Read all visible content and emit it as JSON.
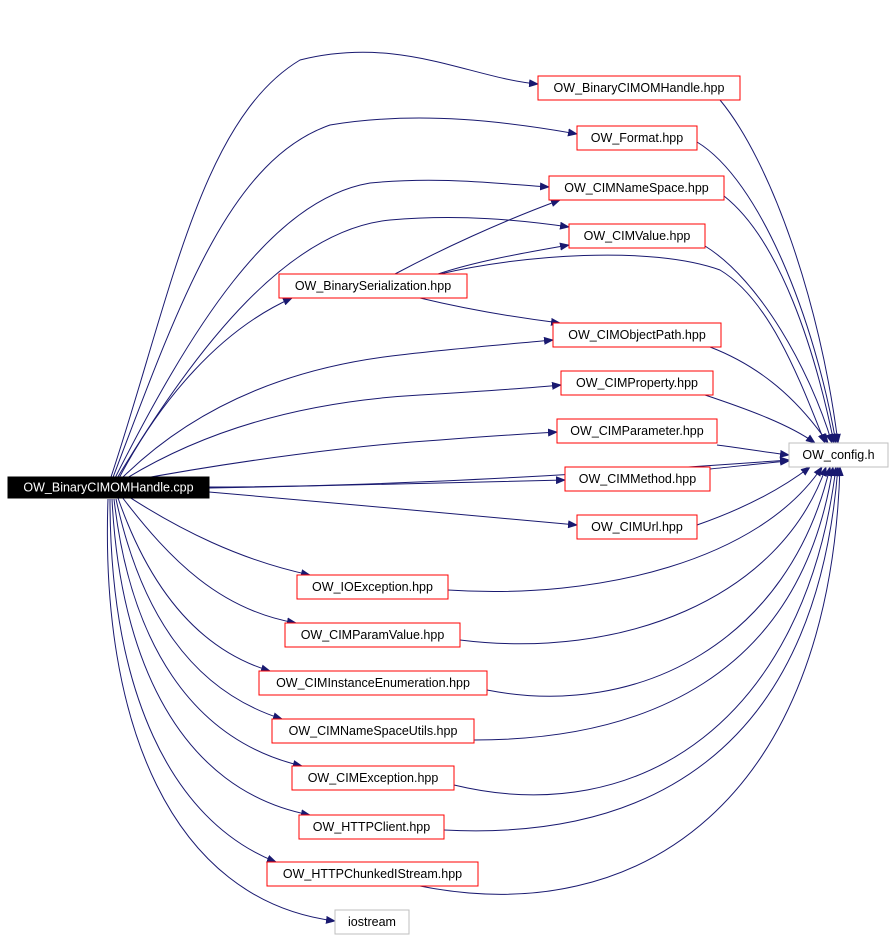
{
  "colors": {
    "edge": "#191970",
    "documented_node_border": "#ff0000",
    "external_node_border": "#bfbfbf",
    "root_node_fill": "#000000",
    "root_node_text": "#ffffff"
  },
  "nodes": [
    {
      "id": "root",
      "label": "OW_BinaryCIMOMHandle.cpp",
      "kind": "root"
    },
    {
      "id": "bch",
      "label": "OW_BinaryCIMOMHandle.hpp",
      "kind": "documented"
    },
    {
      "id": "fmt",
      "label": "OW_Format.hpp",
      "kind": "documented"
    },
    {
      "id": "ns",
      "label": "OW_CIMNameSpace.hpp",
      "kind": "documented"
    },
    {
      "id": "val",
      "label": "OW_CIMValue.hpp",
      "kind": "documented"
    },
    {
      "id": "bs",
      "label": "OW_BinarySerialization.hpp",
      "kind": "documented"
    },
    {
      "id": "op",
      "label": "OW_CIMObjectPath.hpp",
      "kind": "documented"
    },
    {
      "id": "prop",
      "label": "OW_CIMProperty.hpp",
      "kind": "documented"
    },
    {
      "id": "param",
      "label": "OW_CIMParameter.hpp",
      "kind": "documented"
    },
    {
      "id": "cfg",
      "label": "OW_config.h",
      "kind": "external"
    },
    {
      "id": "meth",
      "label": "OW_CIMMethod.hpp",
      "kind": "documented"
    },
    {
      "id": "url",
      "label": "OW_CIMUrl.hpp",
      "kind": "documented"
    },
    {
      "id": "ioe",
      "label": "OW_IOException.hpp",
      "kind": "documented"
    },
    {
      "id": "pv",
      "label": "OW_CIMParamValue.hpp",
      "kind": "documented"
    },
    {
      "id": "ie",
      "label": "OW_CIMInstanceEnumeration.hpp",
      "kind": "documented"
    },
    {
      "id": "nsu",
      "label": "OW_CIMNameSpaceUtils.hpp",
      "kind": "documented"
    },
    {
      "id": "exc",
      "label": "OW_CIMException.hpp",
      "kind": "documented"
    },
    {
      "id": "http",
      "label": "OW_HTTPClient.hpp",
      "kind": "documented"
    },
    {
      "id": "chk",
      "label": "OW_HTTPChunkedIStream.hpp",
      "kind": "documented"
    },
    {
      "id": "ios",
      "label": "iostream",
      "kind": "external"
    }
  ],
  "edges": [
    {
      "from": "root",
      "to": "bch"
    },
    {
      "from": "root",
      "to": "fmt"
    },
    {
      "from": "root",
      "to": "ns"
    },
    {
      "from": "root",
      "to": "val"
    },
    {
      "from": "root",
      "to": "bs"
    },
    {
      "from": "root",
      "to": "op"
    },
    {
      "from": "root",
      "to": "prop"
    },
    {
      "from": "root",
      "to": "param"
    },
    {
      "from": "root",
      "to": "cfg"
    },
    {
      "from": "root",
      "to": "meth"
    },
    {
      "from": "root",
      "to": "url"
    },
    {
      "from": "root",
      "to": "ioe"
    },
    {
      "from": "root",
      "to": "pv"
    },
    {
      "from": "root",
      "to": "ie"
    },
    {
      "from": "root",
      "to": "nsu"
    },
    {
      "from": "root",
      "to": "exc"
    },
    {
      "from": "root",
      "to": "http"
    },
    {
      "from": "root",
      "to": "chk"
    },
    {
      "from": "root",
      "to": "ios"
    },
    {
      "from": "bs",
      "to": "ns"
    },
    {
      "from": "bs",
      "to": "val"
    },
    {
      "from": "bs",
      "to": "op"
    },
    {
      "from": "bs",
      "to": "cfg"
    },
    {
      "from": "bch",
      "to": "cfg"
    },
    {
      "from": "fmt",
      "to": "cfg"
    },
    {
      "from": "ns",
      "to": "cfg"
    },
    {
      "from": "val",
      "to": "cfg"
    },
    {
      "from": "op",
      "to": "cfg"
    },
    {
      "from": "prop",
      "to": "cfg"
    },
    {
      "from": "param",
      "to": "cfg"
    },
    {
      "from": "meth",
      "to": "cfg"
    },
    {
      "from": "url",
      "to": "cfg"
    },
    {
      "from": "ioe",
      "to": "cfg"
    },
    {
      "from": "pv",
      "to": "cfg"
    },
    {
      "from": "ie",
      "to": "cfg"
    },
    {
      "from": "nsu",
      "to": "cfg"
    },
    {
      "from": "exc",
      "to": "cfg"
    },
    {
      "from": "http",
      "to": "cfg"
    },
    {
      "from": "chk",
      "to": "cfg"
    }
  ]
}
